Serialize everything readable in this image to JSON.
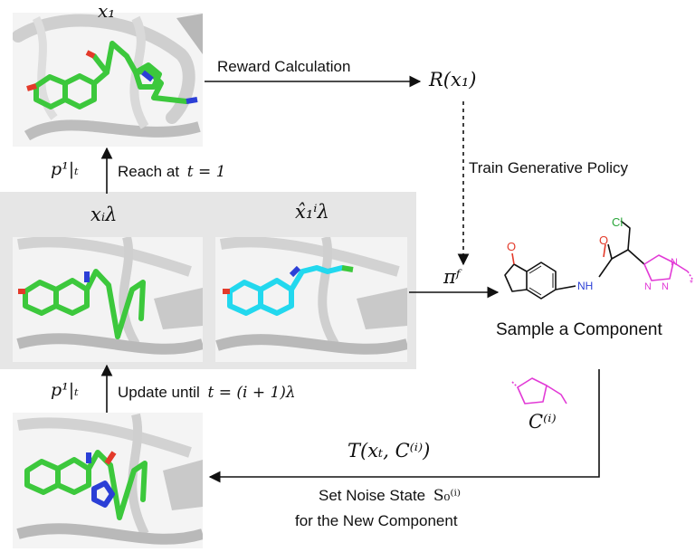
{
  "panels": {
    "top_label": "x₁",
    "middle_left_label": "xᵢλ",
    "middle_right_label": "x̂₁ⁱλ",
    "policy_symbol": "πᶠ",
    "reward_symbol": "R(x₁)",
    "component_symbol": "C⁽ⁱ⁾",
    "transition_symbol": "T(xₜ, C⁽ⁱ⁾)"
  },
  "arrows": {
    "reward_calculation": "Reward Calculation",
    "train_policy": "Train Generative Policy",
    "reach": "Reach at",
    "reach_eq": "t = 1",
    "update": "Update until",
    "update_eq": "t = (i + 1)λ",
    "p_symbol_top": "p¹|ₜ",
    "p_symbol_bottom": "p¹|ₜ",
    "sample": "Sample a Component",
    "noise_line1": "Set Noise State",
    "noise_symbol": "S₀⁽ⁱ⁾",
    "noise_line2": "for the New Component"
  },
  "molecule": {
    "atom_o": "O",
    "atom_nh": "NH",
    "atom_o2": "O",
    "atom_cl": "Cl",
    "atom_n1": "N",
    "atom_n2": "N",
    "atom_n3": "N",
    "star": "*"
  },
  "colors": {
    "ligand_green": "#3cc83c",
    "ligand_cyan": "#22d8ee",
    "nitrogen_blue": "#2b3fd6",
    "oxygen_red": "#e33a2a",
    "triazole_magenta": "#e23ad6",
    "panel_gray": "#e6e6e6"
  }
}
